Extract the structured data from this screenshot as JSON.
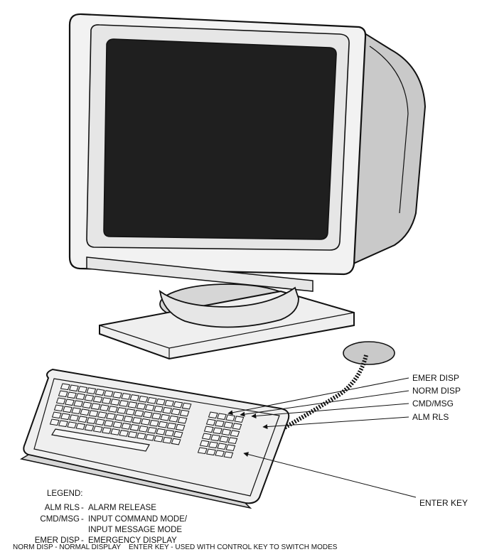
{
  "callouts": {
    "emer_disp": "EMER DISP",
    "norm_disp": "NORM DISP",
    "cmd_msg": "CMD/MSG",
    "alm_rls": "ALM RLS",
    "enter_key": "ENTER KEY"
  },
  "legend": {
    "title": "LEGEND:",
    "entries": [
      {
        "abbr": "ALM RLS",
        "sep": " - ",
        "desc": [
          "ALARM RELEASE"
        ]
      },
      {
        "abbr": "CMD/MSG",
        "sep": " - ",
        "desc": [
          "INPUT COMMAND MODE/",
          "INPUT MESSAGE MODE"
        ]
      },
      {
        "abbr": "EMER DISP",
        "sep": " - ",
        "desc": [
          "EMERGENCY DISPLAY"
        ]
      },
      {
        "abbr": "NORM DISP",
        "sep": " - ",
        "desc": [
          "NORMAL DISPLAY"
        ]
      },
      {
        "abbr": "ENTER KEY",
        "sep": " - ",
        "desc": [
          "USED WITH CONTROL KEY TO SWITCH MODES"
        ]
      }
    ]
  },
  "colors": {
    "screen": "#1f1f1f",
    "body_light": "#f2f2f2",
    "body_shadow": "#c9c9c9",
    "line": "#111111"
  }
}
